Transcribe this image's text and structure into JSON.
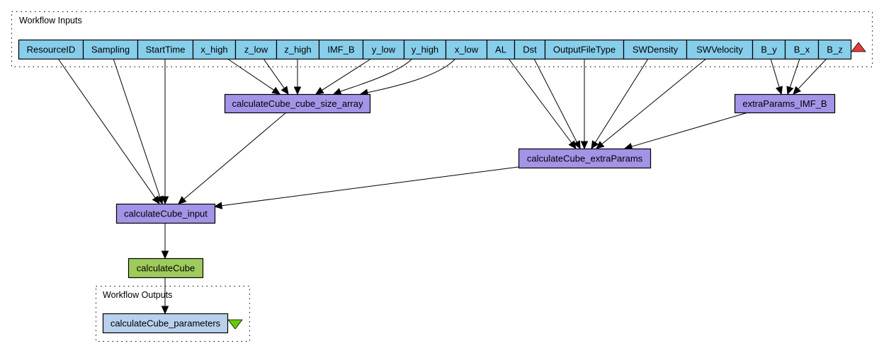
{
  "colors": {
    "input_port": "#87ceeb",
    "processor": "#a593e8",
    "service": "#9fcb5c",
    "output_port": "#b9d1ed",
    "input_triangle": "#e43b3b",
    "output_triangle": "#66cc00"
  },
  "clusters": {
    "inputs_label": "Workflow Inputs",
    "outputs_label": "Workflow Outputs"
  },
  "inputs": [
    {
      "id": "ResourceID",
      "label": "ResourceID"
    },
    {
      "id": "Sampling",
      "label": "Sampling"
    },
    {
      "id": "StartTime",
      "label": "StartTime"
    },
    {
      "id": "x_high",
      "label": "x_high"
    },
    {
      "id": "z_low",
      "label": "z_low"
    },
    {
      "id": "z_high",
      "label": "z_high"
    },
    {
      "id": "IMF_B",
      "label": "IMF_B"
    },
    {
      "id": "y_low",
      "label": "y_low"
    },
    {
      "id": "y_high",
      "label": "y_high"
    },
    {
      "id": "x_low",
      "label": "x_low"
    },
    {
      "id": "AL",
      "label": "AL"
    },
    {
      "id": "Dst",
      "label": "Dst"
    },
    {
      "id": "OutputFileType",
      "label": "OutputFileType"
    },
    {
      "id": "SWDensity",
      "label": "SWDensity"
    },
    {
      "id": "SWVelocity",
      "label": "SWVelocity"
    },
    {
      "id": "B_y",
      "label": "B_y"
    },
    {
      "id": "B_x",
      "label": "B_x"
    },
    {
      "id": "B_z",
      "label": "B_z"
    }
  ],
  "processors": [
    {
      "id": "calculateCube_cube_size_array",
      "label": "calculateCube_cube_size_array",
      "kind": "processor"
    },
    {
      "id": "extraParams_IMF_B",
      "label": "extraParams_IMF_B",
      "kind": "processor"
    },
    {
      "id": "calculateCube_extraParams",
      "label": "calculateCube_extraParams",
      "kind": "processor"
    },
    {
      "id": "calculateCube_input",
      "label": "calculateCube_input",
      "kind": "processor"
    },
    {
      "id": "calculateCube",
      "label": "calculateCube",
      "kind": "service"
    }
  ],
  "outputs": [
    {
      "id": "calculateCube_parameters",
      "label": "calculateCube_parameters"
    }
  ],
  "edges": [
    {
      "from": "ResourceID",
      "to": "calculateCube_input"
    },
    {
      "from": "Sampling",
      "to": "calculateCube_input"
    },
    {
      "from": "StartTime",
      "to": "calculateCube_input"
    },
    {
      "from": "calculateCube_cube_size_array",
      "to": "calculateCube_input"
    },
    {
      "from": "calculateCube_extraParams",
      "to": "calculateCube_input"
    },
    {
      "from": "x_high",
      "to": "calculateCube_cube_size_array"
    },
    {
      "from": "z_low",
      "to": "calculateCube_cube_size_array"
    },
    {
      "from": "z_high",
      "to": "calculateCube_cube_size_array"
    },
    {
      "from": "y_low",
      "to": "calculateCube_cube_size_array"
    },
    {
      "from": "y_high",
      "to": "calculateCube_cube_size_array"
    },
    {
      "from": "x_low",
      "to": "calculateCube_cube_size_array"
    },
    {
      "from": "AL",
      "to": "calculateCube_extraParams"
    },
    {
      "from": "Dst",
      "to": "calculateCube_extraParams"
    },
    {
      "from": "OutputFileType",
      "to": "calculateCube_extraParams"
    },
    {
      "from": "SWDensity",
      "to": "calculateCube_extraParams"
    },
    {
      "from": "SWVelocity",
      "to": "calculateCube_extraParams"
    },
    {
      "from": "extraParams_IMF_B",
      "to": "calculateCube_extraParams"
    },
    {
      "from": "B_y",
      "to": "extraParams_IMF_B"
    },
    {
      "from": "B_x",
      "to": "extraParams_IMF_B"
    },
    {
      "from": "B_z",
      "to": "extraParams_IMF_B"
    },
    {
      "from": "calculateCube_input",
      "to": "calculateCube"
    },
    {
      "from": "calculateCube",
      "to": "calculateCube_parameters"
    }
  ]
}
